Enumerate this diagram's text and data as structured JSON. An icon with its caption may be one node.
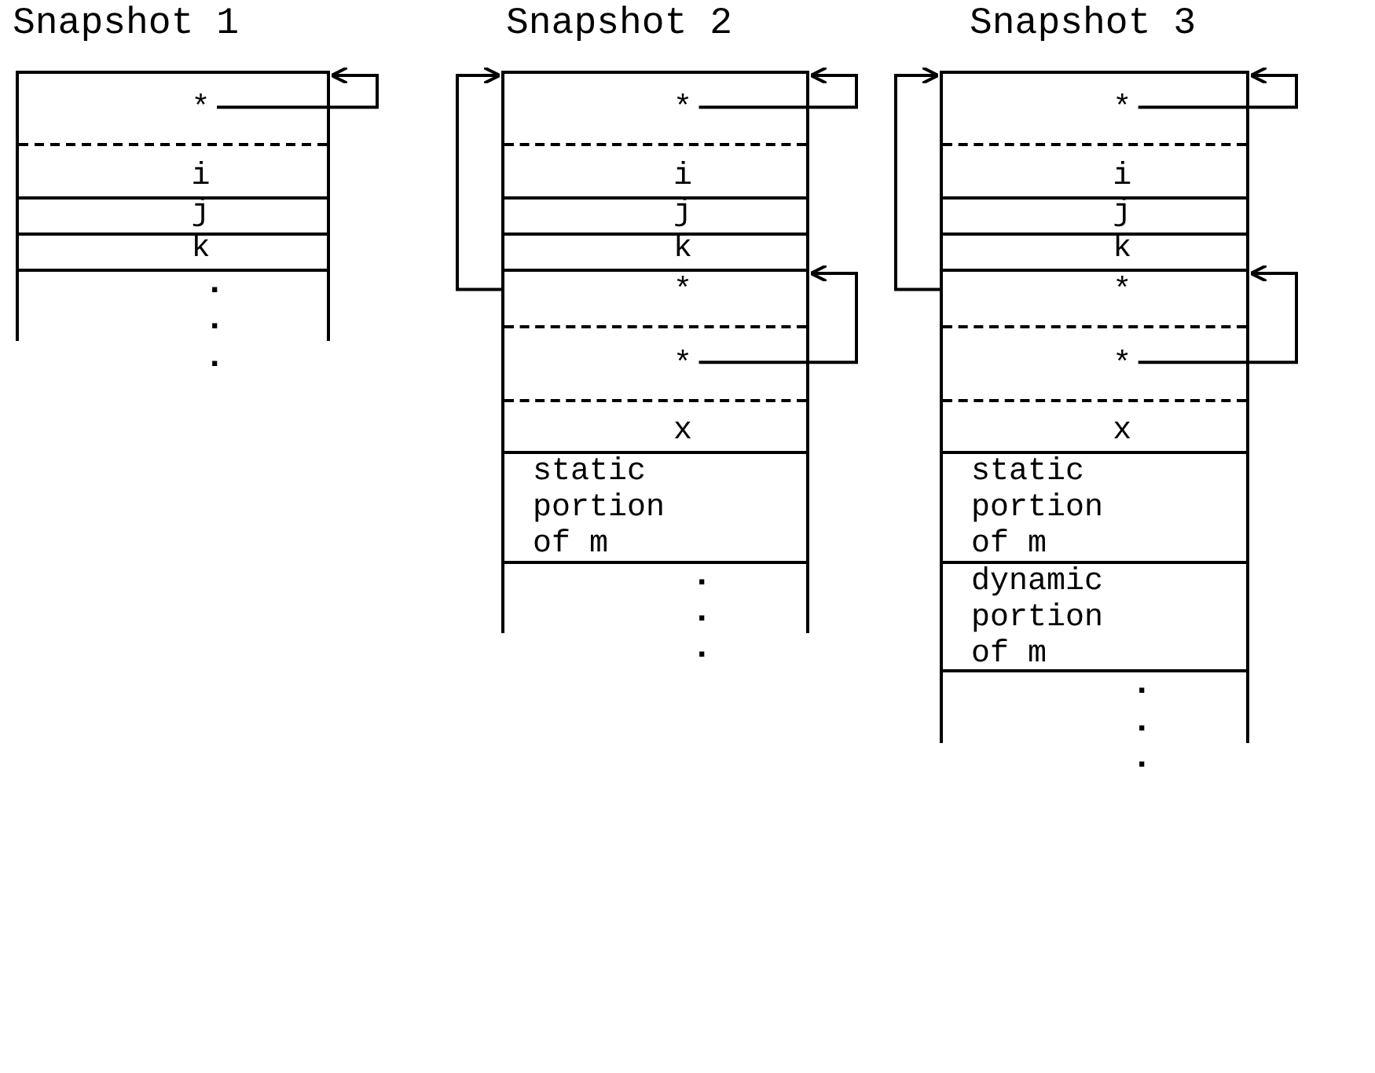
{
  "diagram": {
    "nodes": [
      {
        "text": [],
        "shape": "box"
      },
      {
        "text": [
          "*"
        ],
        "in": 0
      },
      {
        "text": [
          "i"
        ],
        "in": 0
      },
      {
        "text": [
          "j"
        ],
        "in": 0
      },
      {
        "text": [
          "k"
        ],
        "in": 0
      },
      {
        "text": [],
        "shape": "box"
      },
      {
        "text": [
          "*"
        ],
        "in": 5
      },
      {
        "text": [
          "i"
        ],
        "in": 5
      },
      {
        "text": [
          "j"
        ],
        "in": 5
      },
      {
        "text": [
          "k"
        ],
        "in": 5
      },
      {
        "text": [],
        "shape": "box"
      },
      {
        "text": [
          "*"
        ],
        "in": 10
      },
      {
        "text": [
          "*"
        ],
        "in": 10
      },
      {
        "text": [
          "x"
        ],
        "in": 10
      },
      {
        "text": [
          "static portion of m"
        ],
        "in": 10
      },
      {
        "text": [],
        "shape": "box"
      },
      {
        "text": [
          "*"
        ],
        "in": 15
      },
      {
        "text": [
          "i"
        ],
        "in": 15
      },
      {
        "text": [
          "j"
        ],
        "in": 15
      },
      {
        "text": [
          "k"
        ],
        "in": 15
      },
      {
        "text": [],
        "shape": "box"
      },
      {
        "text": [
          "*"
        ],
        "in": 20
      },
      {
        "text": [
          "*"
        ],
        "in": 20
      },
      {
        "text": [
          "x"
        ],
        "in": 20
      },
      {
        "text": [
          "static portion of m"
        ],
        "in": 20
      },
      {
        "text": [
          "dynamic portion of m"
        ],
        "in": 20
      }
    ],
    "edges": [
      {
        "from": 1,
        "to": 0,
        "arrow": "to"
      },
      {
        "from": 6,
        "to": 5,
        "arrow": "to"
      },
      {
        "from": 11,
        "to": 5,
        "arrow": "to"
      },
      {
        "from": 12,
        "to": 10,
        "arrow": "to"
      },
      {
        "from": 16,
        "to": 15,
        "arrow": "to"
      },
      {
        "from": 21,
        "to": 15,
        "arrow": "to"
      },
      {
        "from": 22,
        "to": 20,
        "arrow": "to"
      }
    ],
    "labels": [
      "Snapshot 1",
      "Snapshot 2",
      "Snapshot 3",
      ".",
      ".",
      ".",
      ".",
      ".",
      ".",
      ".",
      ".",
      "."
    ]
  }
}
